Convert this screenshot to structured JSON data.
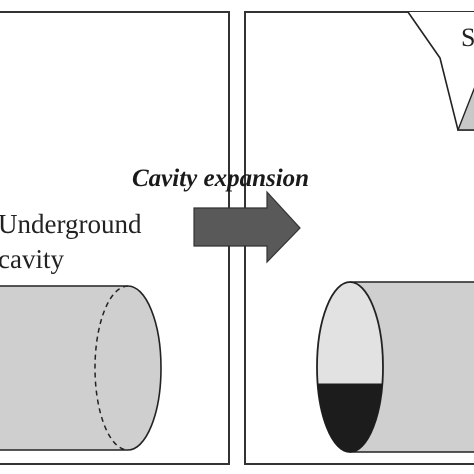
{
  "diagram": {
    "arrow_label": "Cavity expansion",
    "left_panel": {
      "label_line1": "Underground",
      "label_line2": "cavity"
    },
    "right_panel": {
      "corner_label": "S"
    }
  },
  "colors": {
    "background": "#ffffff",
    "panel_border": "#333333",
    "cavity_fill": "#cfcfcf",
    "cavity_end_fill": "#e2e2e2",
    "slope_fill": "#c8c8c8",
    "arrow_fill": "#595959",
    "collapse_fill": "#1c1c1c"
  }
}
